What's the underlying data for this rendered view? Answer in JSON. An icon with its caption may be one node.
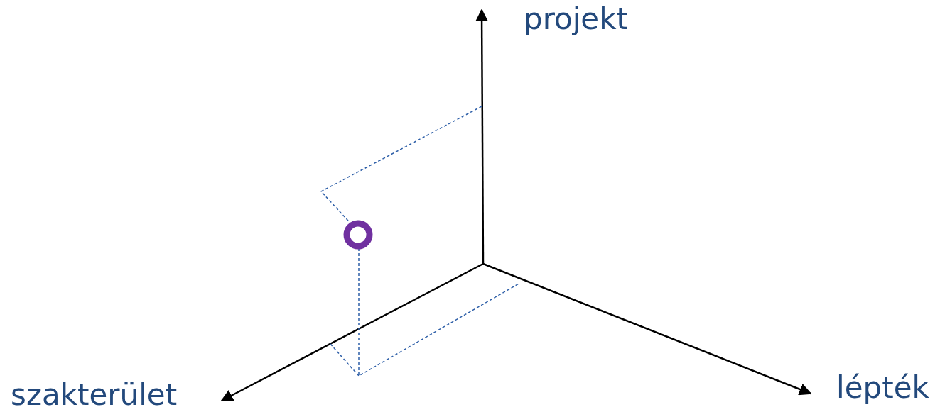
{
  "diagram": {
    "labels": [
      "projekt",
      "lépték",
      "szakterület"
    ]
  }
}
